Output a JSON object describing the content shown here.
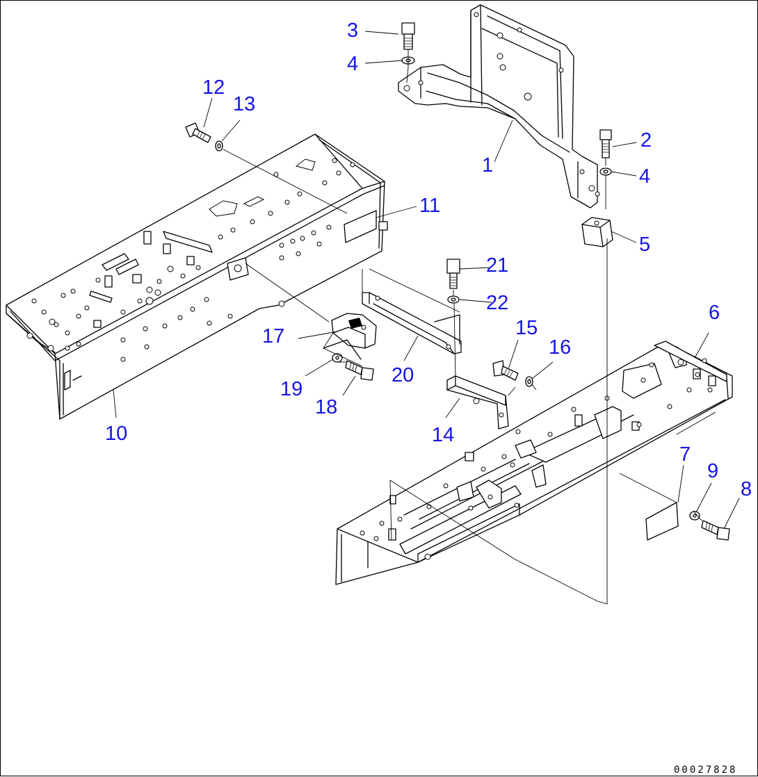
{
  "diagram": {
    "callouts": {
      "c1": "1",
      "c2": "2",
      "c3": "3",
      "c4a": "4",
      "c4b": "4",
      "c5": "5",
      "c6": "6",
      "c7": "7",
      "c8": "8",
      "c9": "9",
      "c10": "10",
      "c11": "11",
      "c12": "12",
      "c13": "13",
      "c14": "14",
      "c15": "15",
      "c16": "16",
      "c17": "17",
      "c18": "18",
      "c19": "19",
      "c20": "20",
      "c21": "21",
      "c22": "22"
    },
    "drawing_code": "00027828",
    "callout_color": "#1414e6"
  }
}
